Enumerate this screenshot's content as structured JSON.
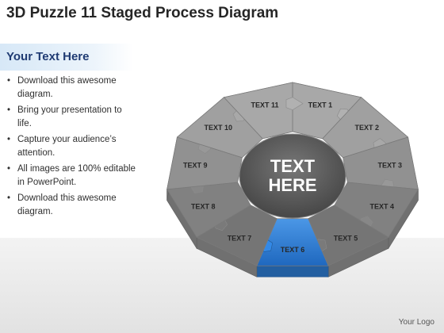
{
  "title": "3D Puzzle 11 Staged Process Diagram",
  "subheading": "Your Text Here",
  "bullets": [
    "Download this awesome diagram.",
    "Bring your presentation to life.",
    "Capture your audience’s attention.",
    "All images are 100% editable in PowerPoint.",
    "Download this awesome diagram."
  ],
  "diagram": {
    "center_text": [
      "TEXT",
      "HERE"
    ],
    "segments": [
      "TEXT 1",
      "TEXT 2",
      "TEXT 3",
      "TEXT 4",
      "TEXT 5",
      "TEXT 6",
      "TEXT 7",
      "TEXT 8",
      "TEXT 9",
      "TEXT 10",
      "TEXT 11"
    ],
    "highlighted_segment": "TEXT 6",
    "colors": {
      "segment": "#a0a0a0",
      "highlight": "#2f7fd6",
      "center": "#5c5c5c"
    }
  },
  "logo": "Your Logo"
}
